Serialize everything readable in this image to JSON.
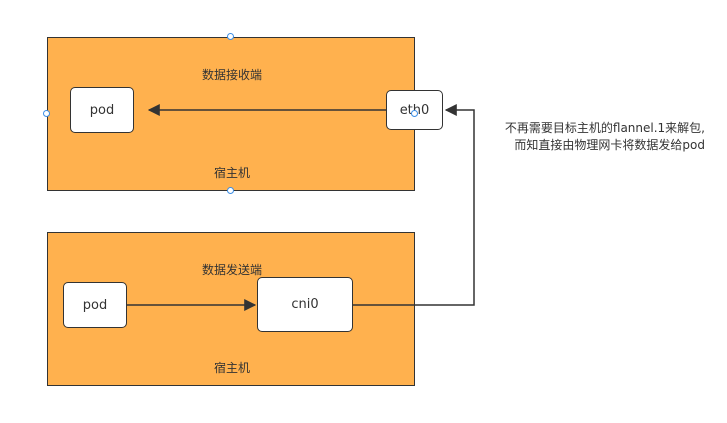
{
  "receiver_host": {
    "title": "数据接收端",
    "footer": "宿主机",
    "pod_label": "pod",
    "eth_label": "eth0"
  },
  "sender_host": {
    "title": "数据发送端",
    "footer": "宿主机",
    "pod_label": "pod",
    "cni_label": "cni0"
  },
  "annotation": {
    "line1": "不再需要目标主机的flannel.1来解包,",
    "line2": "而知直接由物理网卡将数据发给pod"
  },
  "colors": {
    "host_fill": "#FFB14E",
    "stroke": "#333333",
    "node_fill": "#FFFFFF",
    "selection_handle": "#3C8EE6"
  }
}
